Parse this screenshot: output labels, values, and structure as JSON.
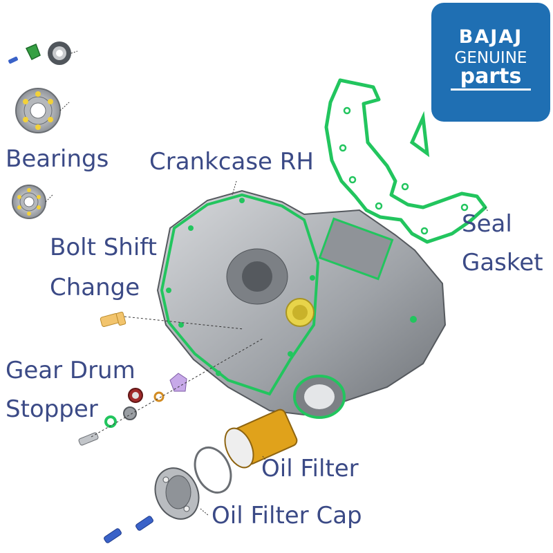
{
  "logo": {
    "brand": "BAJAJ",
    "line2": "GENUINE",
    "line3": "parts",
    "color": "#1f6fb3"
  },
  "labels": {
    "bearings": "Bearings",
    "crankcase": "Crankcase RH",
    "seal_line1": "Seal",
    "seal_line2": "Gasket",
    "bolt_line1": "Bolt Shift",
    "bolt_line2": "Change",
    "gear_line1": "Gear Drum",
    "gear_line2": "Stopper",
    "oil_filter": "Oil Filter",
    "oil_filter_cap": "Oil Filter Cap"
  },
  "colors": {
    "label": "#3b4a86",
    "gasket": "#22c55e",
    "case": "#a9adb2",
    "filter": "#e0a21b"
  }
}
